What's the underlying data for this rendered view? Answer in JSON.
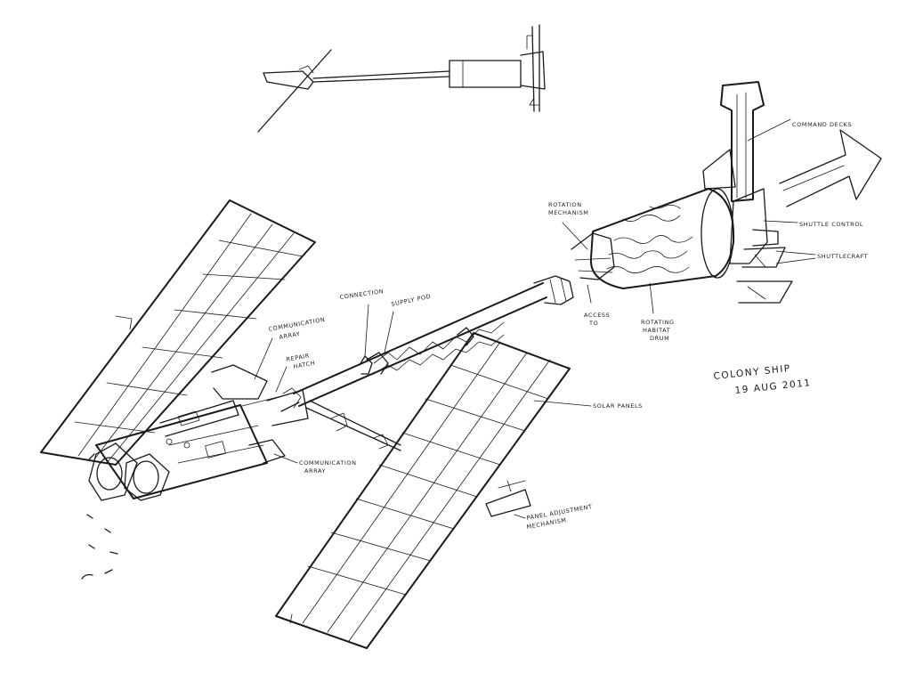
{
  "labels": {
    "command_decks": "COMMAND DECKS",
    "shuttle_control": "SHUTTLE CONTROL",
    "shuttlecraft": "SHUTTLECRAFT",
    "rotation_mechanism_1": "ROTATION",
    "rotation_mechanism_2": "MECHANISM",
    "connection": "CONNECTION",
    "supply_pod": "SUPPLY POD",
    "communication_array_upper_1": "COMMUNICATION",
    "communication_array_upper_2": "ARRAY",
    "repair_hatch_1": "REPAIR",
    "repair_hatch_2": "HATCH",
    "access_to_1": "ACCESS",
    "access_to_2": "TO",
    "rotating_habitat_drum_1": "ROTATING",
    "rotating_habitat_drum_2": "HABITAT",
    "rotating_habitat_drum_3": "DRUM",
    "solar_panels": "SOLAR PANELS",
    "communication_array_lower_1": "COMMUNICATION",
    "communication_array_lower_2": "ARRAY",
    "panel_adjustment_1": "PANEL ADJUSTMENT",
    "panel_adjustment_2": "MECHANISM"
  },
  "signature": {
    "title": "COLONY SHIP",
    "date": "19 AUG 2011"
  }
}
